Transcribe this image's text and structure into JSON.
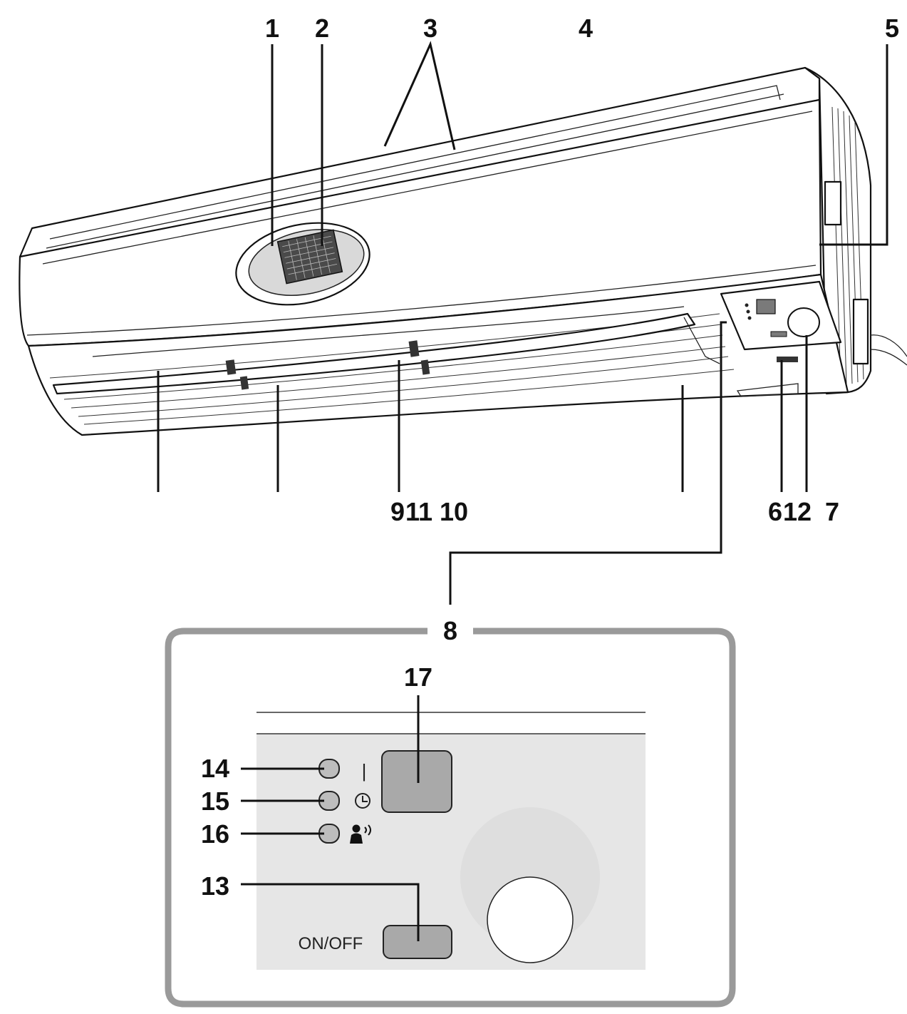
{
  "callouts": {
    "c1": "1",
    "c2": "2",
    "c3": "3",
    "c4": "4",
    "c5": "5",
    "c6": "6",
    "c7": "7",
    "c8": "8",
    "c9": "9",
    "c10": "10",
    "c11": "11",
    "c12": "12",
    "c13": "13",
    "c14": "14",
    "c15": "15",
    "c16": "16",
    "c17": "17"
  },
  "panel": {
    "onoff_label": "ON/OFF",
    "operation_mark": "|"
  },
  "icons": {
    "operation_lamp": "operation-indicator-lamp",
    "timer_lamp": "timer-clock-icon",
    "sensor_lamp": "person-sensor-icon"
  },
  "colors": {
    "lamp_fill": "#bdbdbd",
    "panel_bg": "#e6e6e6",
    "button_fill": "#a9a9a9"
  }
}
